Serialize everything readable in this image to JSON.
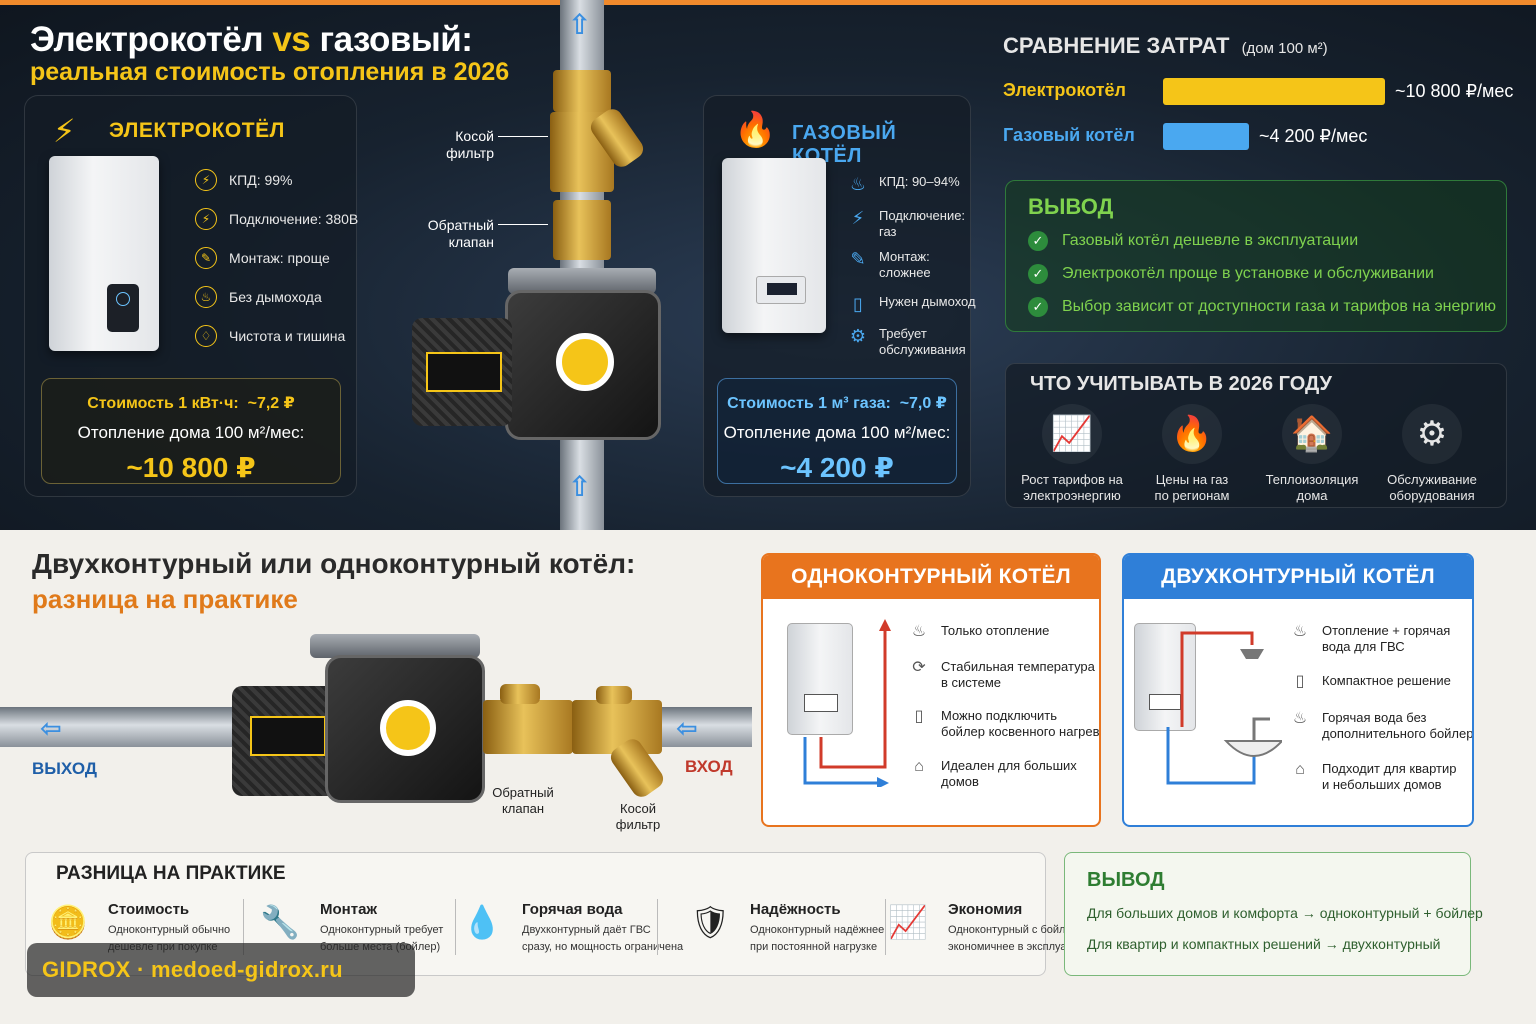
{
  "top": {
    "title_line1_part1": "Электрокотёл",
    "title_line1_vs": "vs",
    "title_line1_part2": "газовый:",
    "title_line2": "реальная стоимость отопления в 2026",
    "electric": {
      "heading": "ЭЛЕКТРОКОТЁЛ",
      "features": [
        "КПД: 99%",
        "Подключение: 380В",
        "Монтаж: проще",
        "Без дымохода",
        "Чистота и тишина"
      ],
      "cost_label": "Стоимость 1 кВт·ч:",
      "cost_value": "~7,2 ₽",
      "heating_label": "Отопление дома 100 м²/мес:",
      "heating_value": "~10 800 ₽"
    },
    "gas": {
      "heading": "ГАЗОВЫЙ КОТЁЛ",
      "features": [
        "КПД: 90–94%",
        "Подключение:\nгаз",
        "Монтаж:\nсложнее",
        "Нужен дымоход",
        "Требует\nобслуживания"
      ],
      "cost_label": "Стоимость 1 м³ газа:",
      "cost_value": "~7,0 ₽",
      "heating_label": "Отопление дома 100 м²/мес:",
      "heating_value": "~4 200 ₽"
    },
    "pipe_labels": {
      "filter": "Косой\nфильтр",
      "valve": "Обратный\nклапан"
    },
    "comparison": {
      "title": "СРАВНЕНИЕ ЗАТРАТ",
      "subtitle": "(дом 100 м²)",
      "rows": [
        {
          "label": "Электрокотёл",
          "value": "~10 800 ₽/мес",
          "amount": 10800,
          "color": "#f5c518"
        },
        {
          "label": "Газовый котёл",
          "value": "~4 200 ₽/мес",
          "amount": 4200,
          "color": "#4aa8f0"
        }
      ]
    },
    "conclusion": {
      "title": "ВЫВОД",
      "items": [
        "Газовый котёл дешевле в эксплуатации",
        "Электрокотёл проще в установке и обслуживании",
        "Выбор зависит от доступности газа и тарифов на энергию"
      ]
    },
    "factors": {
      "title": "ЧТО УЧИТЫВАТЬ В 2026 ГОДУ",
      "items": [
        "Рост тарифов на\nэлектроэнергию",
        "Цены на газ\nпо регионам",
        "Теплоизоляция\nдома",
        "Обслуживание\nоборудования"
      ]
    }
  },
  "bottom": {
    "title_line1": "Двухконтурный или одноконтурный котёл:",
    "title_line2": "разница на практике",
    "out_label": "ВЫХОД",
    "in_label": "ВХОД",
    "valve_label": "Обратный\nклапан",
    "filter_label": "Косой\nфильтр",
    "single": {
      "heading": "ОДНОКОНТУРНЫЙ КОТЁЛ",
      "features": [
        "Только отопление",
        "Стабильная температура\nв системе",
        "Можно подключить\nбойлер косвенного нагрева",
        "Идеален для больших\nдомов"
      ]
    },
    "double": {
      "heading": "ДВУХКОНТУРНЫЙ КОТЁЛ",
      "features": [
        "Отопление + горячая\nвода для ГВС",
        "Компактное решение",
        "Горячая вода без\nдополнительного бойлера",
        "Подходит для квартир\nи небольших домов"
      ]
    },
    "practice": {
      "title": "РАЗНИЦА НА ПРАКТИКЕ",
      "items": [
        {
          "title": "Стоимость",
          "text": "Одноконтурный обычно\nдешевле при покупке"
        },
        {
          "title": "Монтаж",
          "text": "Одноконтурный требует\nбольше места (бойлер)"
        },
        {
          "title": "Горячая вода",
          "text": "Двухконтурный даёт ГВС\nсразу, но мощность ограничена"
        },
        {
          "title": "Надёжность",
          "text": "Одноконтурный надёжнее\nпри постоянной нагрузке"
        },
        {
          "title": "Экономия",
          "text": "Одноконтурный с бойлером\nэкономичнее в эксплуатации"
        }
      ]
    },
    "conclusion": {
      "title": "ВЫВОД",
      "items": [
        "Для больших домов и комфорта → одноконтурный + бойлер",
        "Для квартир и компактных решений → двухконтурный"
      ]
    }
  },
  "watermark": "GIDROX  ·  medoed-gidrox.ru"
}
